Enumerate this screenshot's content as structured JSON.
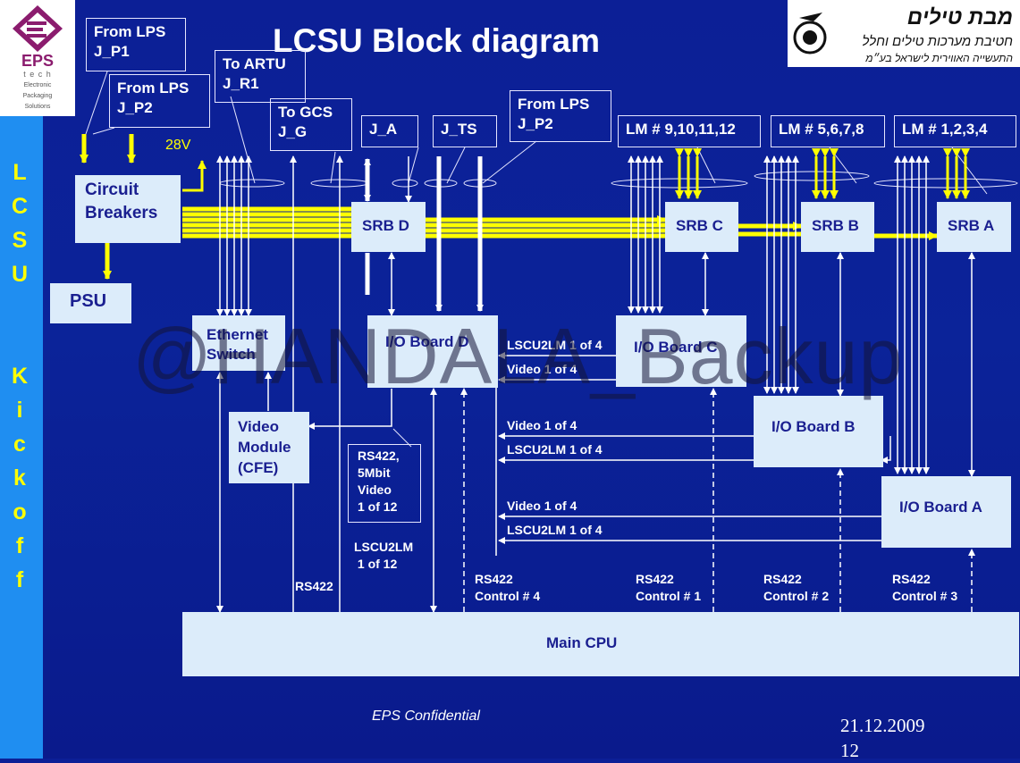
{
  "title": "LCSU Block diagram",
  "side_label": [
    "L",
    "C",
    "S",
    "U",
    "",
    "K",
    "i",
    "c",
    "k",
    "o",
    "f",
    "f"
  ],
  "logo_eps": {
    "name": "EPS",
    "subtitle": "t e c h",
    "tagline": [
      "Electronic",
      "Packaging",
      "Solutions"
    ]
  },
  "logo_heb": {
    "line1": "מבת טילים",
    "line2": "חטיבת מערכות טילים וחלל",
    "line3": "התעשייה האווירית לישראל בע״מ"
  },
  "callouts": {
    "lps_p1": "From LPS\nJ_P1",
    "lps_p2a": "From LPS\nJ_P2",
    "artu": "To ARTU\nJ_R1",
    "gcs": "To GCS\nJ_G",
    "ja": "J_A",
    "jts": "J_TS",
    "lps_p2b": "From LPS\nJ_P2",
    "lm_c": "LM # 9,10,11,12",
    "lm_b": "LM # 5,6,7,8",
    "lm_a": "LM # 1,2,3,4",
    "rs422_video": "RS422,\n5Mbit\nVideo\n1 of 12"
  },
  "blocks": {
    "breakers": "Circuit\nBreakers",
    "psu": "PSU",
    "ethernet": "Ethernet\nSwitch",
    "video_module": "Video\nModule\n(CFE)",
    "srb_d": "SRB D",
    "srb_c": "SRB C",
    "srb_b": "SRB B",
    "srb_a": "SRB A",
    "io_d": "I/O Board D",
    "io_c": "I/O Board C",
    "io_b": "I/O Board B",
    "io_a": "I/O Board A",
    "cpu": "Main CPU"
  },
  "labels": {
    "v28": "28V",
    "lscu_c": "LSCU2LM 1 of 4",
    "video_c": "Video 1 of 4",
    "video_b": "Video 1 of 4",
    "lscu_b": "LSCU2LM 1 of 4",
    "video_a": "Video 1 of 4",
    "lscu_a": "LSCU2LM 1 of 4",
    "lscu_12": "LSCU2LM\n 1 of 12",
    "rs422": "RS422",
    "ctrl4": "RS422\nControl # 4",
    "ctrl1": "RS422\nControl # 1",
    "ctrl2": "RS422\nControl # 2",
    "ctrl3": "RS422\nControl # 3"
  },
  "footer": {
    "confidential": "EPS Confidential",
    "date": "21.12.2009",
    "page": "12"
  },
  "watermark": "@HANDALA_Backup",
  "colors": {
    "background": "#0b2399",
    "power": "#ffff00",
    "block": "#dcecfa",
    "sidebar": "#1f8ef1",
    "block_text": "#1a1f90"
  }
}
